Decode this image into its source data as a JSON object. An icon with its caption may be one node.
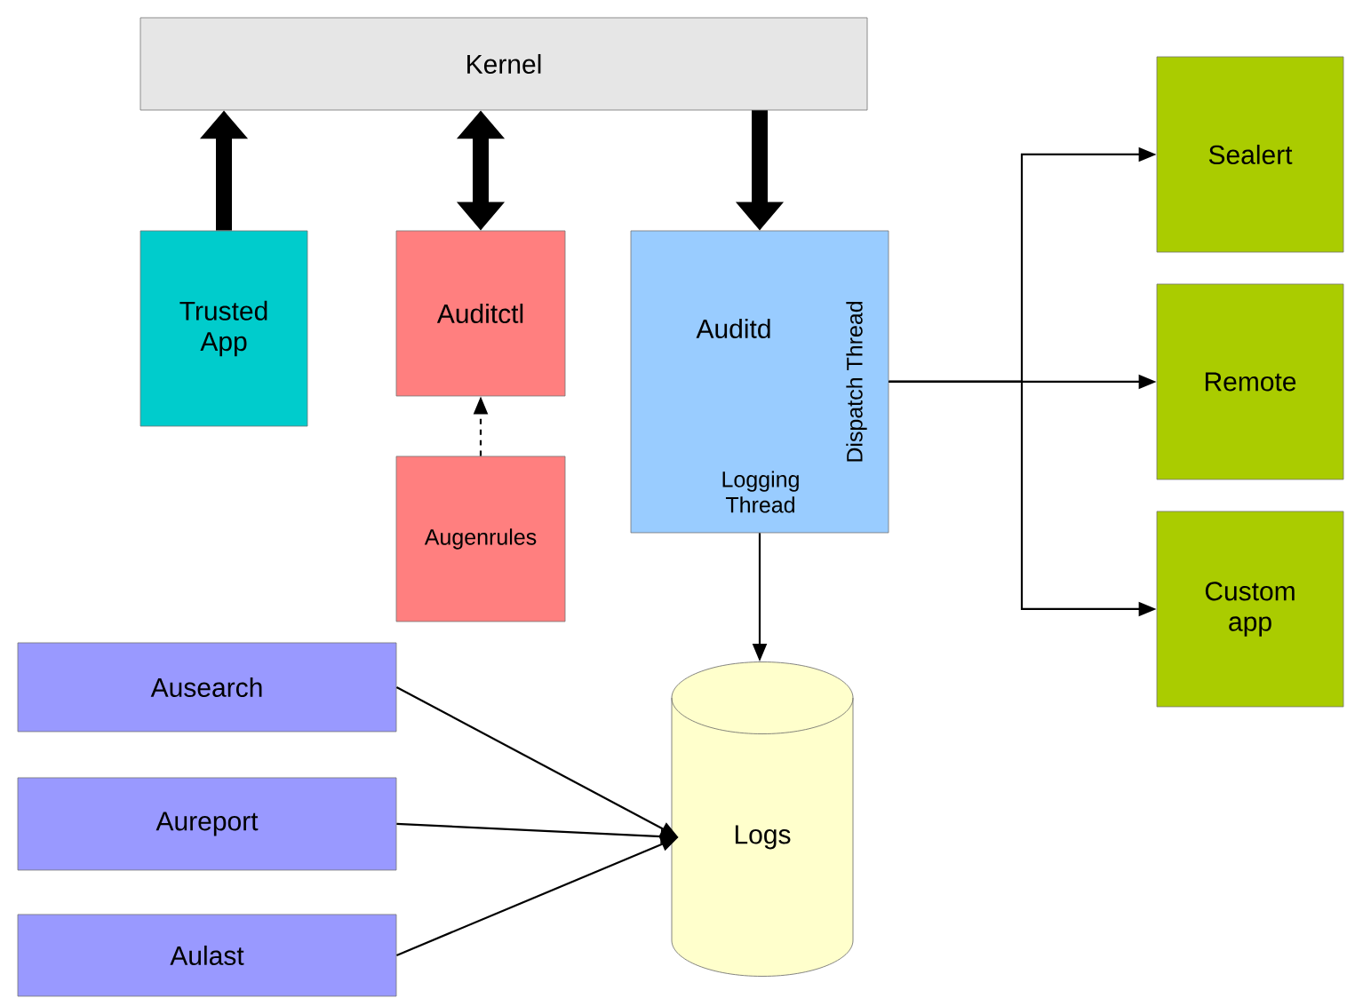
{
  "diagram": {
    "nodes": [
      {
        "text": [
          "Kernel"
        ]
      },
      {
        "text": [
          "Trusted App"
        ]
      },
      {
        "text": [
          "Auditctl"
        ]
      },
      {
        "text": [
          "Augenrules"
        ]
      },
      {
        "text": [
          "Auditd",
          "Dispatch Thread",
          "Logging Thread"
        ]
      },
      {
        "text": [
          "Sealert"
        ]
      },
      {
        "text": [
          "Remote"
        ]
      },
      {
        "text": [
          "Custom app"
        ]
      },
      {
        "text": [
          "Ausearch"
        ]
      },
      {
        "text": [
          "Aureport"
        ]
      },
      {
        "text": [
          "Aulast"
        ]
      },
      {
        "text": [
          "Logs"
        ]
      }
    ],
    "edges": [
      {
        "from": 1,
        "to": 0,
        "arrow": "to",
        "style": "thick"
      },
      {
        "from": 2,
        "to": 0,
        "arrow": "both",
        "style": "thick"
      },
      {
        "from": 0,
        "to": 4,
        "arrow": "to",
        "style": "thick"
      },
      {
        "from": 3,
        "to": 2,
        "arrow": "to",
        "style": "dashed"
      },
      {
        "from": 4,
        "to": 11,
        "arrow": "to"
      },
      {
        "from": 4,
        "to": 5,
        "arrow": "to"
      },
      {
        "from": 4,
        "to": 6,
        "arrow": "to"
      },
      {
        "from": 4,
        "to": 7,
        "arrow": "to"
      },
      {
        "from": 8,
        "to": 11,
        "arrow": "to"
      },
      {
        "from": 9,
        "to": 11,
        "arrow": "to"
      },
      {
        "from": 10,
        "to": 11,
        "arrow": "to"
      }
    ]
  }
}
